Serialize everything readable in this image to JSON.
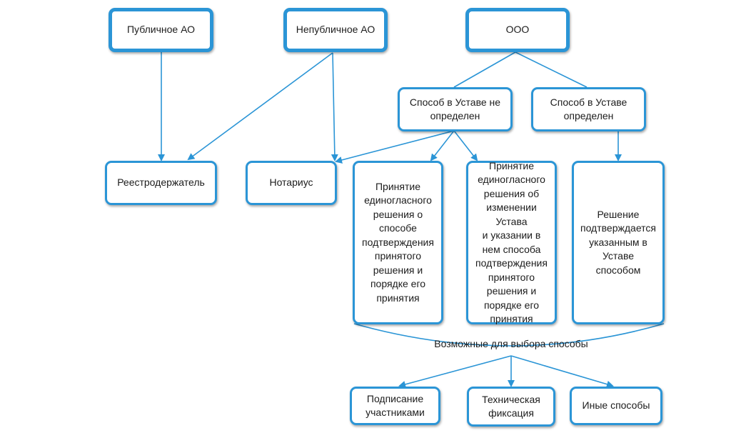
{
  "nodes": {
    "public_ao": "Публичное АО",
    "nonpublic_ao": "Непубличное АО",
    "ooo": "ООО",
    "method_not_defined": "Способ в Уставе не\nопределен",
    "method_defined": "Способ в Уставе\nопределен",
    "registrar": "Реестродержатель",
    "notary": "Нотариус",
    "unanimous_decision": "Принятие\nединогласного\nрешения о\nспособе\nподтверждения\nпринятого\nрешения и\nпорядке его\nпринятия",
    "unanimous_charter_change": "Принятие\nединогласного\nрешения об\nизменении Устава\nи указании в\nнем  способа\nподтверждения\nпринятого\nрешения и\nпорядке его\nпринятия",
    "confirmed_by_charter": "Решение\nподтверждается\nуказанным в\nУставе\nспособом",
    "participants_signing": "Подписание\nучастниками",
    "technical_recording": "Техническая\nфиксация",
    "other_methods": "Иные способы"
  },
  "caption": "Возможные для выбора способы",
  "colors": {
    "accent": "#2b95d6"
  }
}
